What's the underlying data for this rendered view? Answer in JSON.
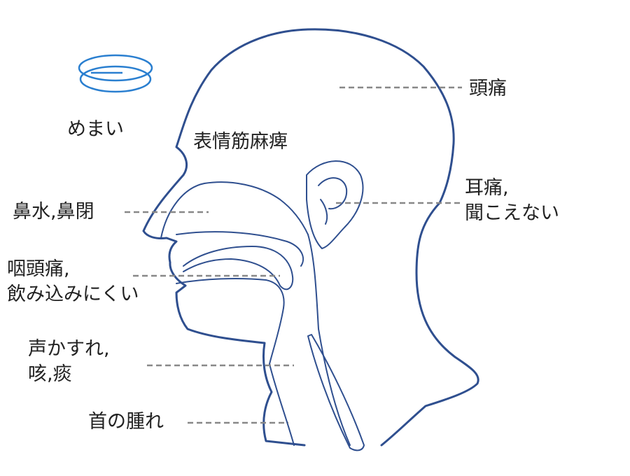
{
  "colors": {
    "outline": "#2f4f8f",
    "dizzy": "#2a7fd0",
    "leader": "#888888",
    "text": "#222222"
  },
  "icons": {
    "dizziness": "spiral-icon"
  },
  "labels": {
    "dizziness": "めまい",
    "facial_paralysis": "表情筋麻痺",
    "headache": "頭痛",
    "ear_line1": "耳痛,",
    "ear_line2": "聞こえない",
    "nose": "鼻水,鼻閉",
    "throat_line1": "咽頭痛,",
    "throat_line2": "飲み込みにくい",
    "voice_line1": "声かすれ,",
    "voice_line2": "咳,痰",
    "neck": "首の腫れ"
  }
}
